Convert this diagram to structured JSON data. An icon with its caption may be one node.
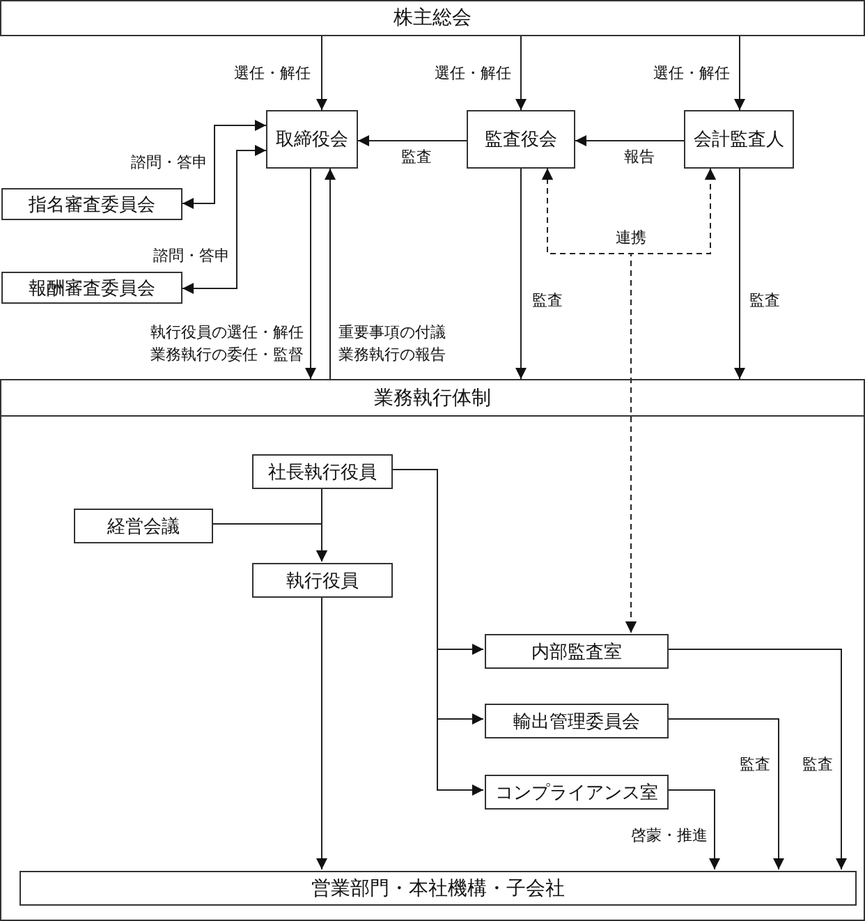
{
  "diagram": {
    "nodes": [
      {
        "text": [
          "株主総会"
        ]
      },
      {
        "text": [
          "取締役会"
        ]
      },
      {
        "text": [
          "監査役会"
        ]
      },
      {
        "text": [
          "会計監査人"
        ]
      },
      {
        "text": [
          "指名審査委員会"
        ]
      },
      {
        "text": [
          "報酬審査委員会"
        ]
      },
      {
        "text": [
          "業務執行体制"
        ]
      },
      {
        "text": [
          "社長執行役員"
        ],
        "in": 6
      },
      {
        "text": [
          "経営会議"
        ],
        "in": 6
      },
      {
        "text": [
          "執行役員"
        ],
        "in": 6
      },
      {
        "text": [
          "内部監査室"
        ],
        "in": 6
      },
      {
        "text": [
          "輸出管理委員会"
        ],
        "in": 6
      },
      {
        "text": [
          "コンプライアンス室"
        ],
        "in": 6
      },
      {
        "text": [
          "営業部門・本社機構・子会社"
        ],
        "in": 6
      }
    ],
    "edges": [
      {
        "from": 0,
        "to": 1,
        "arrow": "to",
        "label": "選任・解任"
      },
      {
        "from": 0,
        "to": 2,
        "arrow": "to",
        "label": "選任・解任"
      },
      {
        "from": 0,
        "to": 3,
        "arrow": "to",
        "label": "選任・解任"
      },
      {
        "from": 2,
        "to": 1,
        "arrow": "to",
        "label": "監査"
      },
      {
        "from": 3,
        "to": 2,
        "arrow": "to",
        "label": "報告"
      },
      {
        "from": 1,
        "to": 4,
        "arrow": "both",
        "label": "諮問・答申"
      },
      {
        "from": 1,
        "to": 5,
        "arrow": "both",
        "label": "諮問・答申"
      },
      {
        "from": 1,
        "to": 6,
        "arrow": "to",
        "label": "執行役員の選任・解任業務執行の委任・監督"
      },
      {
        "from": 6,
        "to": 1,
        "arrow": "to",
        "label": "重要事項の付議業務執行の報告"
      },
      {
        "from": 2,
        "to": 6,
        "arrow": "to",
        "label": "監査"
      },
      {
        "from": 3,
        "to": 6,
        "arrow": "to",
        "label": "監査"
      },
      {
        "from": 2,
        "to": 3,
        "arrow": "both",
        "label": "連携",
        "style": "dashed"
      },
      {
        "from": 2,
        "to": 10,
        "arrow": "both",
        "style": "dashed"
      },
      {
        "from": 3,
        "to": 10,
        "arrow": "both",
        "style": "dashed"
      },
      {
        "from": 7,
        "to": 9,
        "arrow": "to"
      },
      {
        "from": 8,
        "to": 9,
        "arrow": "to"
      },
      {
        "from": 7,
        "to": 10,
        "arrow": "to"
      },
      {
        "from": 7,
        "to": 11,
        "arrow": "to"
      },
      {
        "from": 7,
        "to": 12,
        "arrow": "to"
      },
      {
        "from": 9,
        "to": 13,
        "arrow": "to"
      },
      {
        "from": 10,
        "to": 13,
        "arrow": "to",
        "label": "監査"
      },
      {
        "from": 11,
        "to": 13,
        "arrow": "to",
        "label": "監査"
      },
      {
        "from": 12,
        "to": 13,
        "arrow": "to",
        "label": "啓蒙・推進"
      }
    ]
  }
}
